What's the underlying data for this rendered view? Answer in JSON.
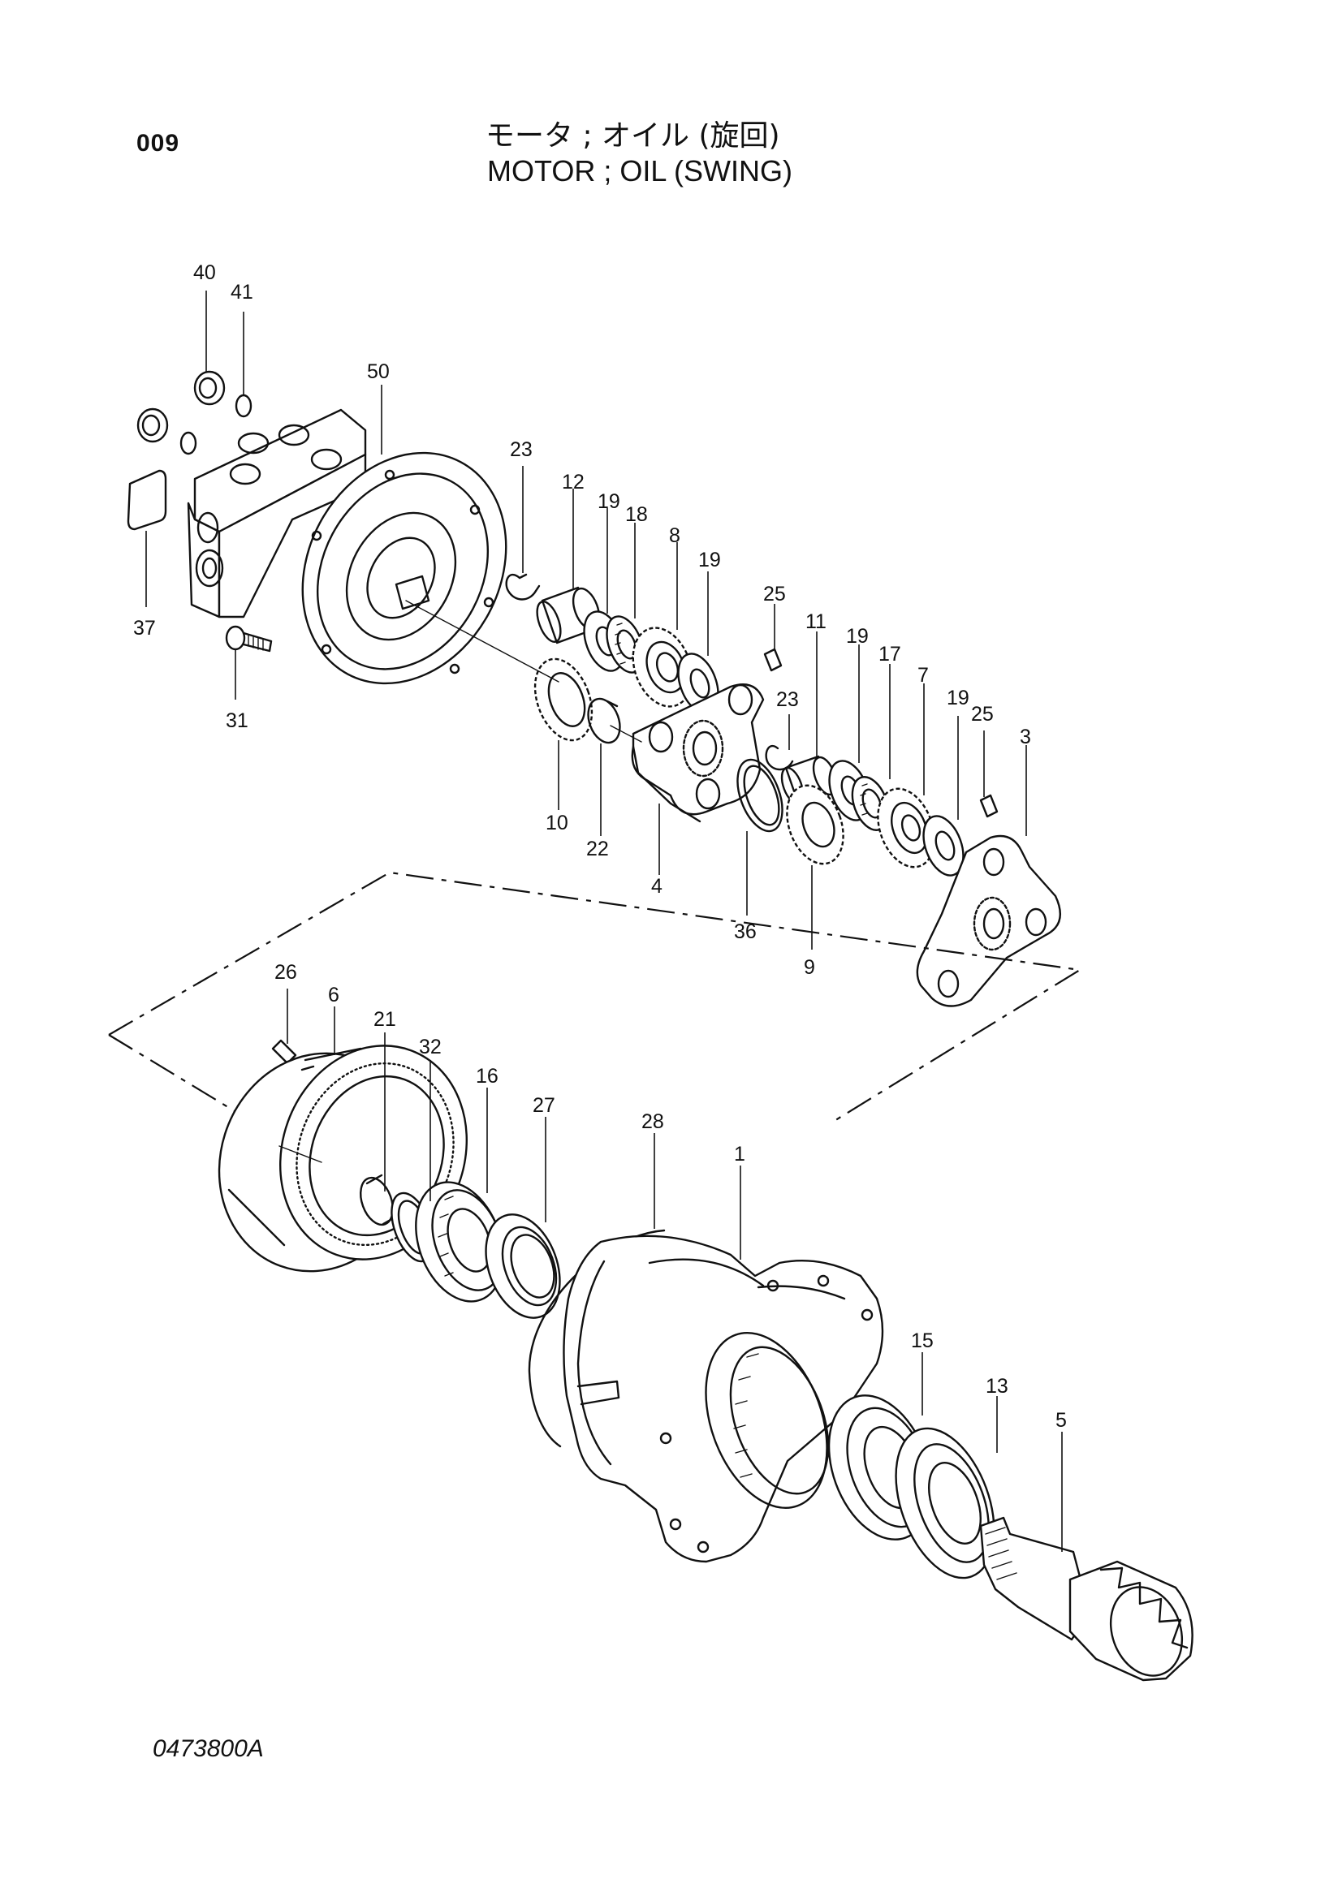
{
  "page_number": "009",
  "title_jp": "モータ ; オイル (旋回)",
  "title_en": "MOTOR ; OIL (SWING)",
  "drawing_number": "0473800A",
  "callouts": [
    "40",
    "41",
    "50",
    "37",
    "31",
    "23",
    "12",
    "19",
    "18",
    "8",
    "19",
    "25",
    "11",
    "19",
    "17",
    "7",
    "19",
    "25",
    "3",
    "10",
    "22",
    "4",
    "23",
    "36",
    "9",
    "26",
    "6",
    "21",
    "32",
    "16",
    "27",
    "28",
    "1",
    "15",
    "13",
    "5"
  ]
}
